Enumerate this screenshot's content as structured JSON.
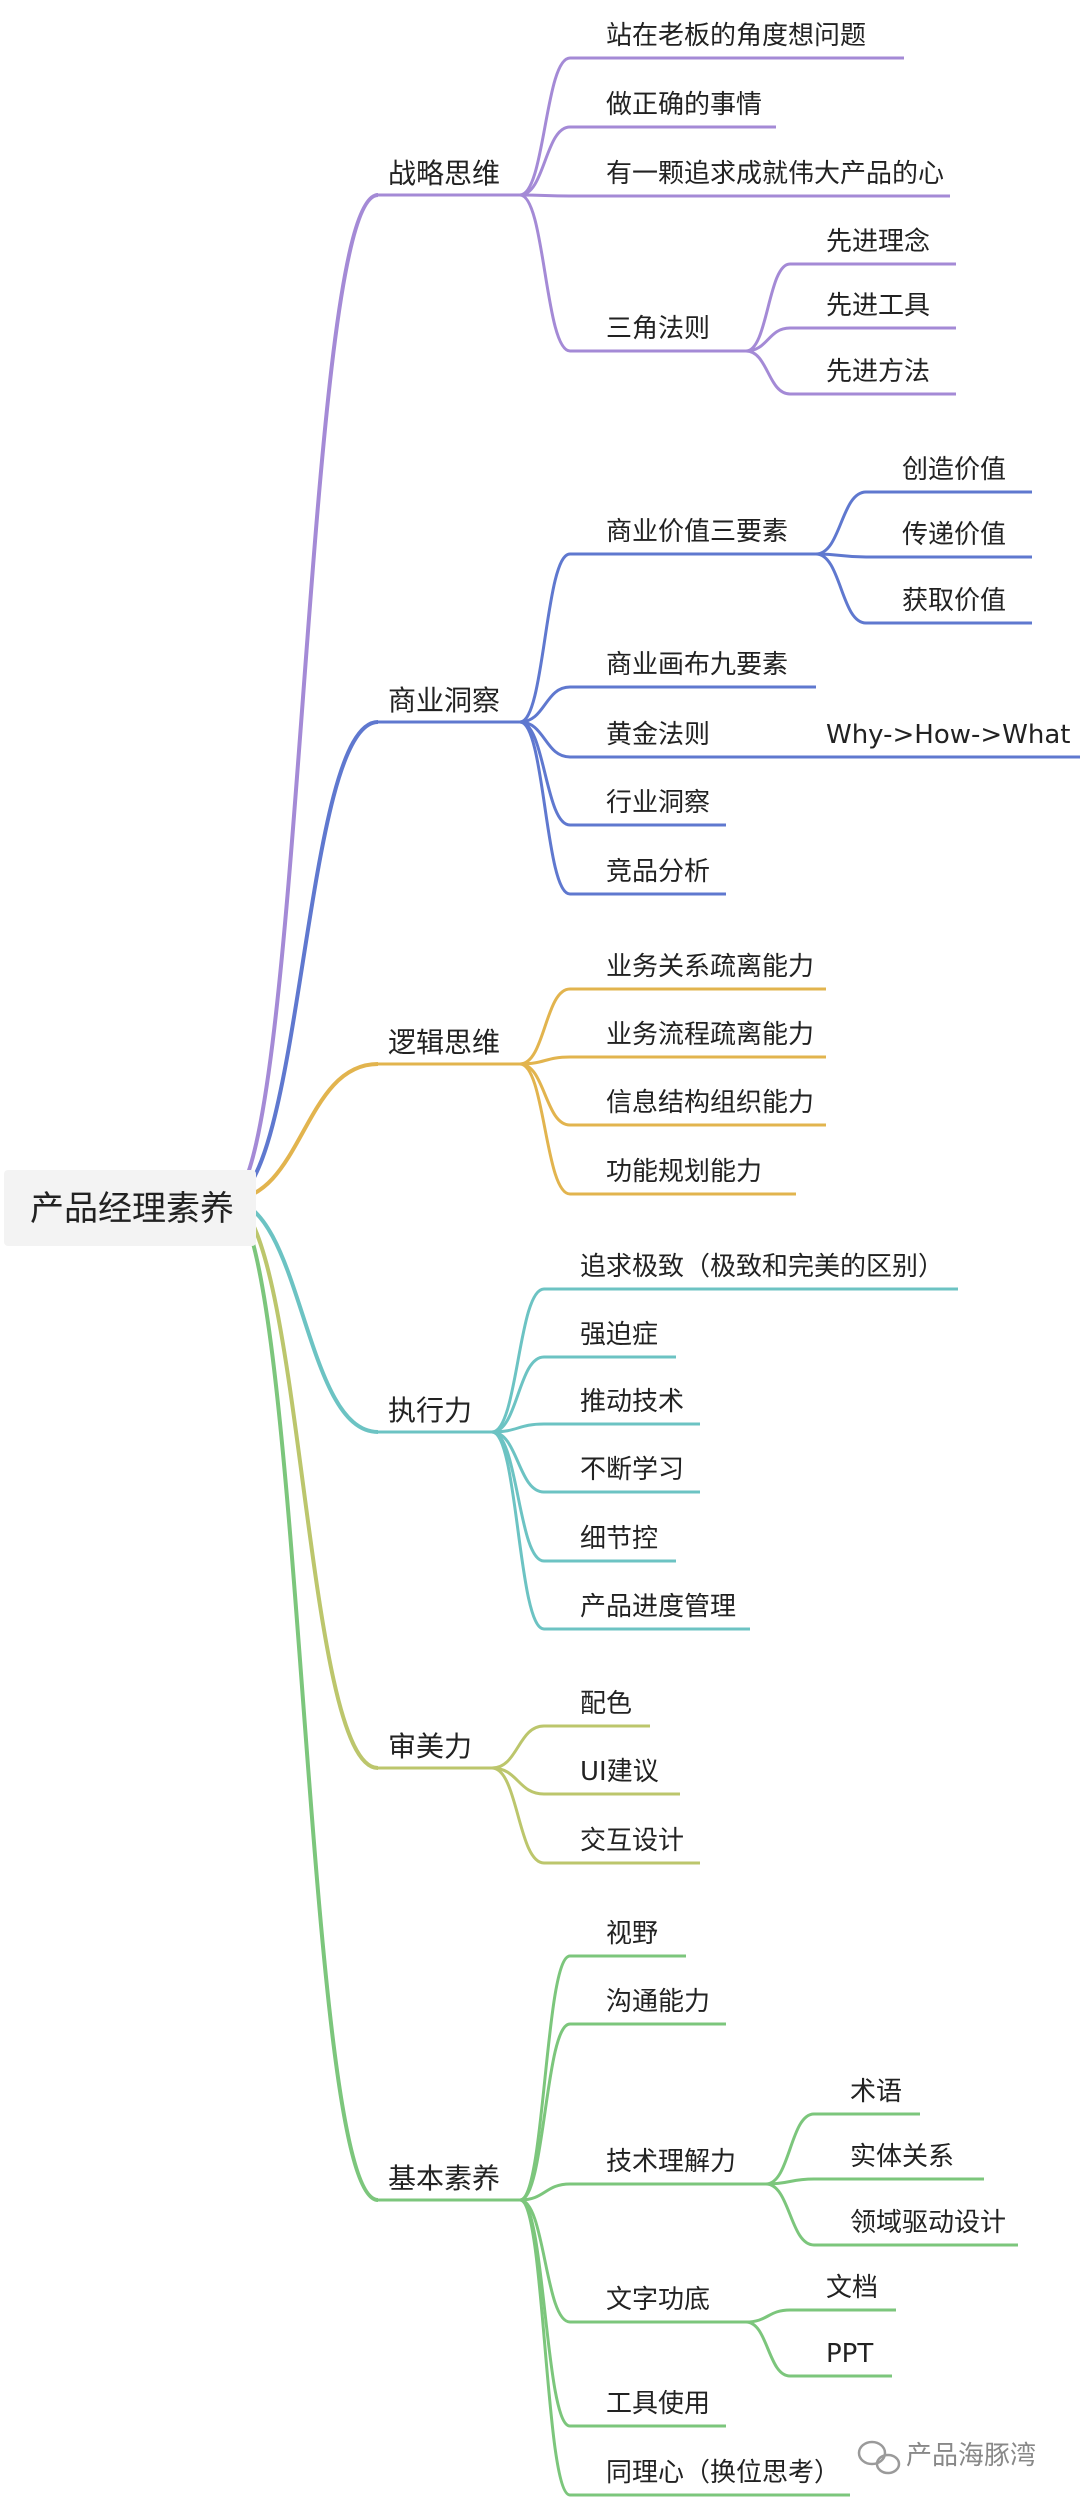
{
  "root": {
    "label": "产品经理素养"
  },
  "watermark": {
    "label": "产品海豚湾",
    "icon": "wechat-icon"
  },
  "branches": [
    {
      "id": "strategy",
      "label": "战略思维",
      "color": "#a48ad6",
      "children": [
        {
          "label": "站在老板的角度想问题"
        },
        {
          "label": "做正确的事情"
        },
        {
          "label": "有一颗追求成就伟大产品的心"
        },
        {
          "label": "三角法则",
          "children": [
            {
              "label": "先进理念"
            },
            {
              "label": "先进工具"
            },
            {
              "label": "先进方法"
            }
          ]
        }
      ]
    },
    {
      "id": "business",
      "label": "商业洞察",
      "color": "#5f78cf",
      "children": [
        {
          "label": "商业价值三要素",
          "children": [
            {
              "label": "创造价值"
            },
            {
              "label": "传递价值"
            },
            {
              "label": "获取价值"
            }
          ]
        },
        {
          "label": "商业画布九要素"
        },
        {
          "label": "黄金法则",
          "children": [
            {
              "label": "Why->How->What"
            }
          ]
        },
        {
          "label": "行业洞察"
        },
        {
          "label": "竞品分析"
        }
      ]
    },
    {
      "id": "logic",
      "label": "逻辑思维",
      "color": "#e2b44e",
      "children": [
        {
          "label": "业务关系疏离能力"
        },
        {
          "label": "业务流程疏离能力"
        },
        {
          "label": "信息结构组织能力"
        },
        {
          "label": "功能规划能力"
        }
      ]
    },
    {
      "id": "execution",
      "label": "执行力",
      "color": "#6cc3c3",
      "children": [
        {
          "label": "追求极致（极致和完美的区别）"
        },
        {
          "label": "强迫症"
        },
        {
          "label": "推动技术"
        },
        {
          "label": "不断学习"
        },
        {
          "label": "细节控"
        },
        {
          "label": "产品进度管理"
        }
      ]
    },
    {
      "id": "aesthetics",
      "label": "审美力",
      "color": "#bcc66c",
      "children": [
        {
          "label": "配色"
        },
        {
          "label": "UI建议"
        },
        {
          "label": "交互设计"
        }
      ]
    },
    {
      "id": "basics",
      "label": "基本素养",
      "color": "#7cc67c",
      "children": [
        {
          "label": "视野"
        },
        {
          "label": "沟通能力"
        },
        {
          "label": "技术理解力",
          "children": [
            {
              "label": "术语"
            },
            {
              "label": "实体关系"
            },
            {
              "label": "领域驱动设计"
            }
          ]
        },
        {
          "label": "文字功底",
          "children": [
            {
              "label": "文档"
            },
            {
              "label": "PPT"
            }
          ]
        },
        {
          "label": "工具使用"
        },
        {
          "label": "同理心（换位思考）"
        }
      ]
    }
  ]
}
